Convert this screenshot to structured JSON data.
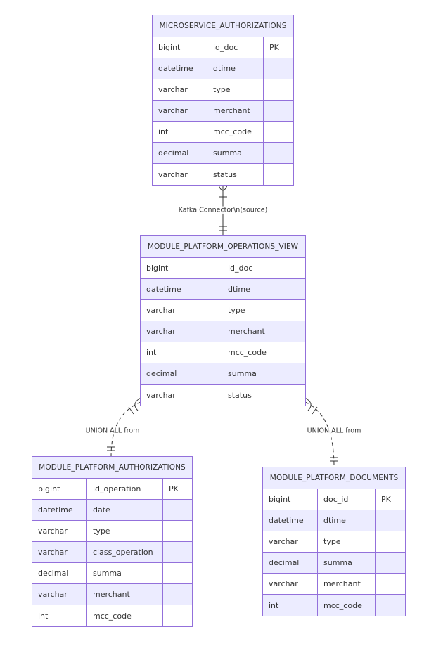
{
  "entities": {
    "microservice": {
      "title": "MICROSERVICE_AUTHORIZATIONS",
      "rows": [
        {
          "type": "bigint",
          "name": "id_doc",
          "key": "PK"
        },
        {
          "type": "datetime",
          "name": "dtime",
          "key": ""
        },
        {
          "type": "varchar",
          "name": "type",
          "key": ""
        },
        {
          "type": "varchar",
          "name": "merchant",
          "key": ""
        },
        {
          "type": "int",
          "name": "mcc_code",
          "key": ""
        },
        {
          "type": "decimal",
          "name": "summa",
          "key": ""
        },
        {
          "type": "varchar",
          "name": "status",
          "key": ""
        }
      ]
    },
    "view": {
      "title": "MODULE_PLATFORM_OPERATIONS_VIEW",
      "rows": [
        {
          "type": "bigint",
          "name": "id_doc"
        },
        {
          "type": "datetime",
          "name": "dtime"
        },
        {
          "type": "varchar",
          "name": "type"
        },
        {
          "type": "varchar",
          "name": "merchant"
        },
        {
          "type": "int",
          "name": "mcc_code"
        },
        {
          "type": "decimal",
          "name": "summa"
        },
        {
          "type": "varchar",
          "name": "status"
        }
      ]
    },
    "authorizations": {
      "title": "MODULE_PLATFORM_AUTHORIZATIONS",
      "rows": [
        {
          "type": "bigint",
          "name": "id_operation",
          "key": "PK"
        },
        {
          "type": "datetime",
          "name": "date",
          "key": ""
        },
        {
          "type": "varchar",
          "name": "type",
          "key": ""
        },
        {
          "type": "varchar",
          "name": "class_operation",
          "key": ""
        },
        {
          "type": "decimal",
          "name": "summa",
          "key": ""
        },
        {
          "type": "varchar",
          "name": "merchant",
          "key": ""
        },
        {
          "type": "int",
          "name": "mcc_code",
          "key": ""
        }
      ]
    },
    "documents": {
      "title": "MODULE_PLATFORM_DOCUMENTS",
      "rows": [
        {
          "type": "bigint",
          "name": "doc_id",
          "key": "PK"
        },
        {
          "type": "datetime",
          "name": "dtime",
          "key": ""
        },
        {
          "type": "varchar",
          "name": "type",
          "key": ""
        },
        {
          "type": "decimal",
          "name": "summa",
          "key": ""
        },
        {
          "type": "varchar",
          "name": "merchant",
          "key": ""
        },
        {
          "type": "int",
          "name": "mcc_code",
          "key": ""
        }
      ]
    }
  },
  "relationships": {
    "kafka": "Kafka Connector\\n(source)",
    "union_left": "UNION ALL from",
    "union_right": "UNION ALL from"
  },
  "colors": {
    "border": "#9370db",
    "header_fill": "#ececff",
    "line": "#333333"
  }
}
